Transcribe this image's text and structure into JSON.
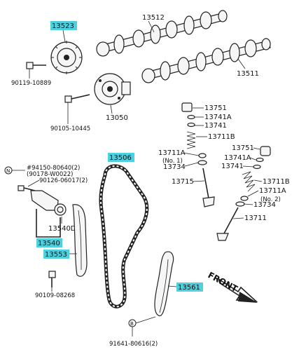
{
  "parts": {
    "p13523": "13523",
    "p13512": "13512",
    "p13511": "13511",
    "p90119": "90119-10889",
    "p13050": "13050",
    "p90105": "90105-10445",
    "p13751_top": "13751",
    "p13741A_top": "13741A",
    "p13741_top": "13741",
    "p13711B_top": "13711B",
    "p13711A_top": "13711A",
    "p13734_top": "13734",
    "no1": "(No. 1)",
    "p13715": "13715",
    "p13751_r": "13751",
    "p13741A_r": "13741A",
    "p13741_r": "13741",
    "p13711B_r": "13711B",
    "p13711A_r": "13711A",
    "p13734_r": "13734",
    "no2": "(No. 2)",
    "p13711": "13711",
    "p13506": "13506",
    "p94150": "#94150-80640(2)",
    "p90178": "(90178-W0022)",
    "p90126": "90126-06017(2)",
    "p13540D": "13540D",
    "p13540": "13540",
    "p13553": "13553",
    "p90109": "90109-08268",
    "p13561": "13561",
    "p91641": "91641-80616(2)",
    "front": "FRONT",
    "sym_n": "N",
    "sym_b": "B"
  },
  "colors": {
    "highlight": "#4fd0de",
    "ink": "#111111"
  }
}
